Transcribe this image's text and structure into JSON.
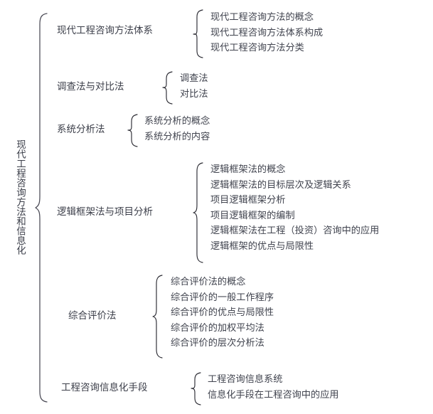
{
  "diagram": {
    "type": "tree-brace-outline",
    "root": "现代工程咨询方法和信息化",
    "groups": [
      {
        "label": "现代工程咨询方法体系",
        "items": [
          "现代工程咨询方法的概念",
          "现代工程咨询方法体系构成",
          "现代工程咨询方法分类"
        ]
      },
      {
        "label": "调查法与对比法",
        "items": [
          "调查法",
          "对比法"
        ]
      },
      {
        "label": "系统分析法",
        "items": [
          "系统分析的概念",
          "系统分析的内容"
        ]
      },
      {
        "label": "逻辑框架法与项目分析",
        "items": [
          "逻辑框架法的概念",
          "逻辑框架法的目标层次及逻辑关系",
          "项目逻辑框架分析",
          "项目逻辑框架的编制",
          "逻辑框架法在工程（投资）咨询中的应用",
          "逻辑框架的优点与局限性"
        ]
      },
      {
        "label": "综合评价法",
        "items": [
          "综合评价法的概念",
          "综合评价的一般工作程序",
          "综合评价的优点与局限性",
          "综合评价的加权平均法",
          "综合评价的层次分析法"
        ]
      },
      {
        "label": "工程咨询信息化手段",
        "items": [
          "工程咨询信息系统",
          "信息化手段在工程咨询中的应用"
        ]
      }
    ],
    "colors": {
      "text": "#3c3f4a",
      "brace": "#2b2b33",
      "background": "#ffffff"
    }
  }
}
